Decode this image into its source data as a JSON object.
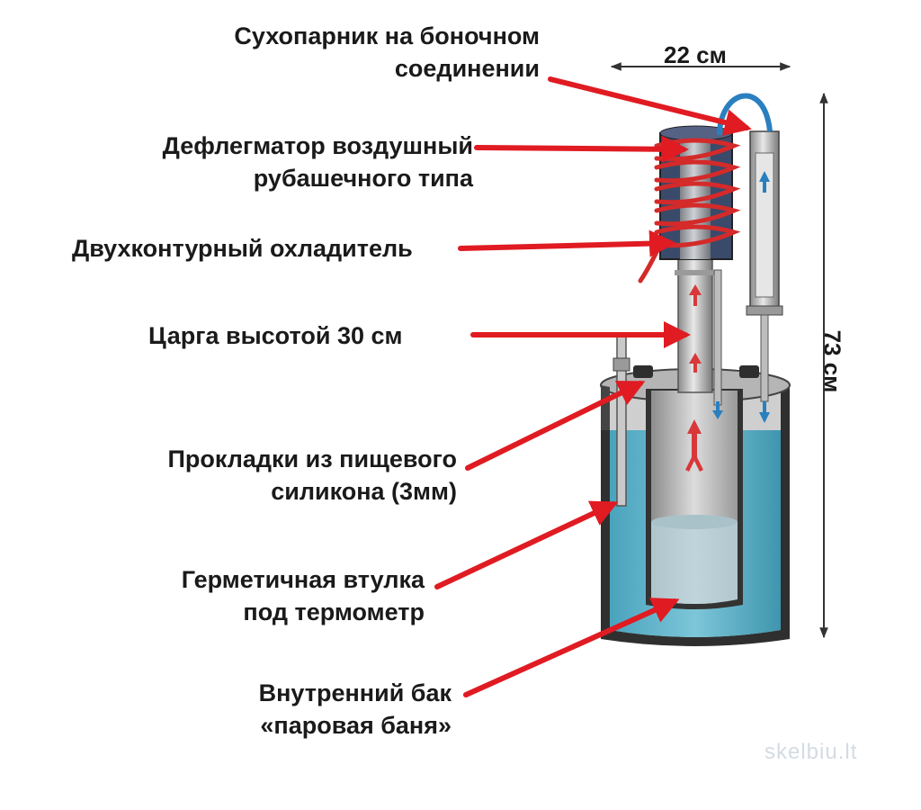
{
  "labels": {
    "dry_steamer": [
      "Сухопарник на боночном",
      "соединении"
    ],
    "dephlegmator": [
      "Дефлегматор воздушный",
      "рубашечного типа"
    ],
    "cooler": [
      "Двухконтурный охладитель"
    ],
    "column": [
      "Царга высотой 30 см"
    ],
    "gaskets": [
      "Прокладки из пищевого",
      "силикона (3мм)"
    ],
    "sleeve": [
      "Герметичная втулка",
      "под термометр"
    ],
    "inner_tank": [
      "Внутренний бак",
      "«паровая баня»"
    ]
  },
  "dimensions": {
    "width": "22 см",
    "height": "73 см"
  },
  "watermark": "skelbiu.lt",
  "colors": {
    "arrow": "#e01b22",
    "water": "#5fb3c9",
    "metal": "#c8c8c8",
    "jacket": "#3a4a6a",
    "coil": "#d42a2a",
    "hose": "#2a7fbf",
    "text": "#1a1a1a"
  }
}
